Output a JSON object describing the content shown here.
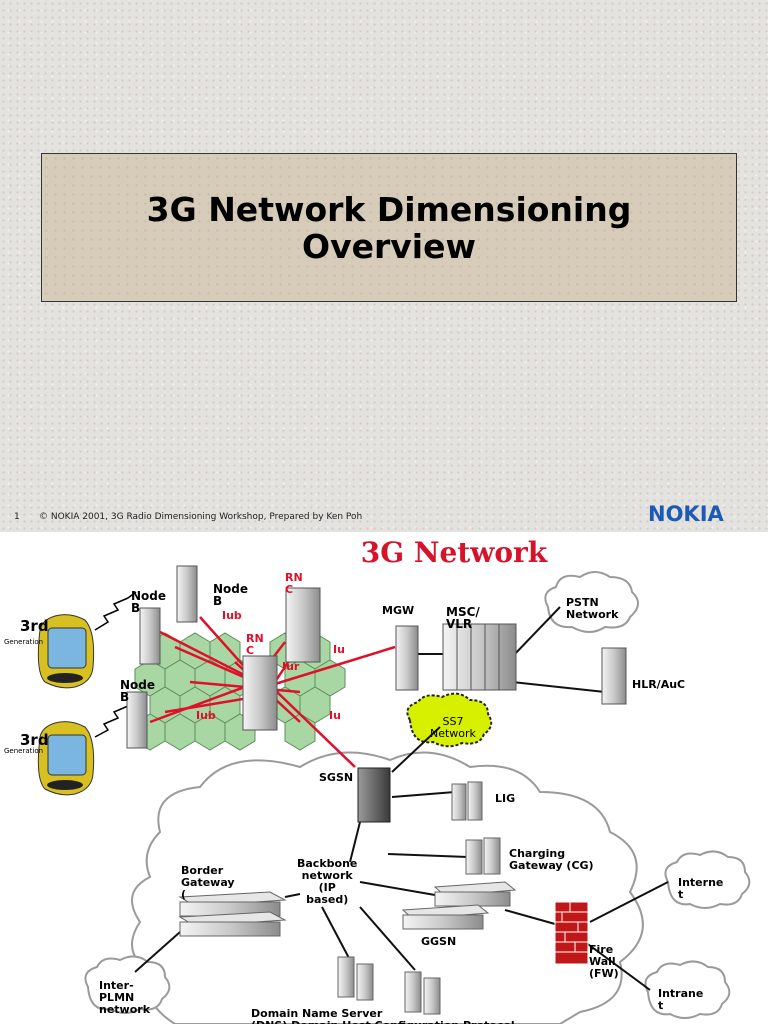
{
  "slide1": {
    "title_line1": "3G Network Dimensioning",
    "title_line2": "Overview",
    "page_number": "1",
    "footer": "© NOKIA 2001,  3G Radio Dimensioning Workshop, Prepared by Ken Poh",
    "logo": "NOKIA",
    "brand_color": "#1c5bb4"
  },
  "slide2": {
    "title": "3G Network",
    "title_color": "#d6132a",
    "phone_top": {
      "big": "3rd",
      "small": "Generation"
    },
    "phone_bottom": {
      "big": "3rd",
      "small": "Generation"
    },
    "labels": {
      "node_b_1": "Node\nB",
      "node_b_2": "Node\nB",
      "node_b_3": "Node\nB",
      "rnc_top": "RN\nC",
      "rnc_mid": "RN\nC",
      "iub_1": "Iub",
      "iub_2": "Iub",
      "iur": "Iur",
      "iu_1": "Iu",
      "iu_2": "Iu",
      "mgw": "MGW",
      "msc_vlr": "MSC/\nVLR",
      "pstn": "PSTN\nNetwork",
      "hlr": "HLR/AuC",
      "ss7": "SS7\nNetwork",
      "sgsn": "SGSN",
      "lig": "LIG",
      "charging_gateway": "Charging\nGateway (CG)",
      "backbone": "Backbone\nnetwork\n(IP\nbased)",
      "border_gateway": "Border\nGateway\n(",
      "ggsn": "GGSN",
      "internet": "Interne\nt",
      "firewall": "Fire\nWall\n(FW)",
      "intranet": "Intrane\nt",
      "inter_plmn": "Inter-\nPLMN\nnetwork",
      "dns": "Domain Name Server\n(DNS)   Domain Host Configuration Protocol"
    }
  }
}
